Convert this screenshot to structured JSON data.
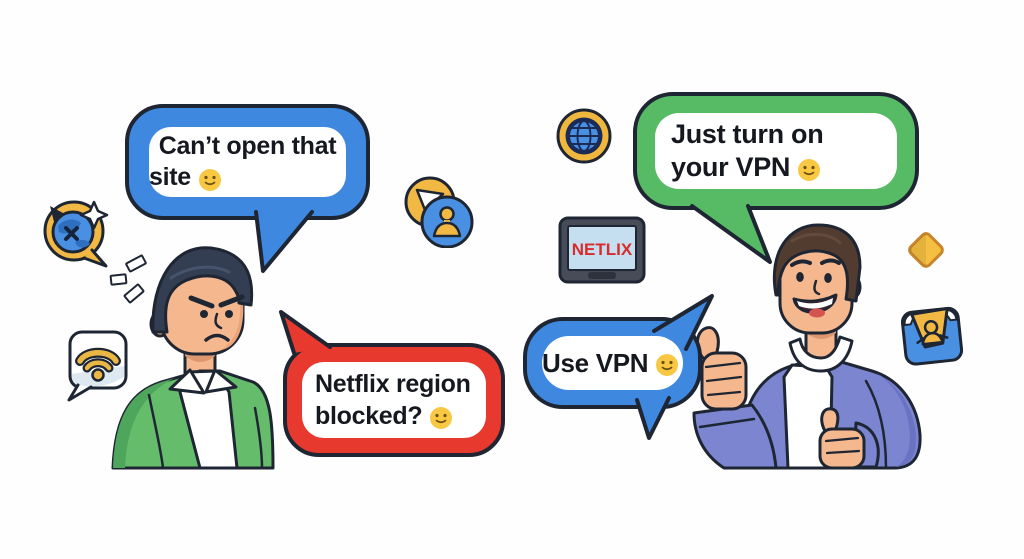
{
  "canvas": {
    "background": "#fefefe"
  },
  "bubbles": {
    "cant_open_site": {
      "line1": "Can’t open that",
      "line2": "site",
      "emoji": "slightly-smiling-face",
      "color": "#3f88e0"
    },
    "netflix_blocked": {
      "line1": "Netflix region",
      "line2": "blocked?",
      "emoji": "slightly-smiling-face",
      "color": "#e8392f"
    },
    "turn_on_vpn": {
      "line1": "Just turn on",
      "line2": "your VPN",
      "emoji": "slightly-smiling-face",
      "color": "#57bb66"
    },
    "use_vpn": {
      "line1": "Use VPN",
      "emoji": "slightly-smiling-face",
      "color": "#3f88e0"
    }
  },
  "icons": {
    "netflix_tv": {
      "label": "NETLIX",
      "label_color": "#d92b2b",
      "screen_color": "#c6dff0"
    },
    "globe_badge": {
      "ring_color": "#f0b73e",
      "globe_color": "#4a90e2"
    },
    "map_globe_bubble": {
      "bubble_color": "#f2b844"
    },
    "wifi_bubble": {
      "wifi_color": "#eab744"
    },
    "user_avatar_badge": {
      "circle_color": "#4a90e2"
    },
    "diamond": {
      "color": "#f5c042"
    },
    "photo_card": {
      "color": "#4a90e2"
    }
  },
  "characters": {
    "left_man": {
      "description": "frowning man with dark hair, white shirt and green jacket"
    },
    "right_man": {
      "description": "smiling man in periwinkle shirt giving two thumbs up"
    }
  },
  "palette": {
    "outline": "#1f2633",
    "skin": "#f5b78e",
    "left_jacket": "#65bd6c",
    "right_jacket": "#7b85d0"
  }
}
